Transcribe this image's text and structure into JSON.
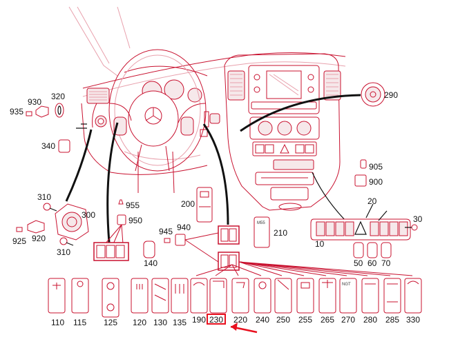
{
  "labels": {
    "p930": "930",
    "p320": "320",
    "p935": "935",
    "p340": "340",
    "p290": "290",
    "p310a": "310",
    "p300": "300",
    "p925": "925",
    "p920": "920",
    "p310b": "310",
    "p955": "955",
    "p950": "950",
    "p200": "200",
    "p945": "945",
    "p940": "940",
    "p210": "210",
    "p905": "905",
    "p900": "900",
    "p20": "20",
    "p30": "30",
    "p10": "10",
    "p140": "140",
    "p50": "50",
    "p60": "60",
    "p70": "70",
    "p110": "110",
    "p115": "115",
    "p125": "125",
    "p120": "120",
    "p130": "130",
    "p135": "135",
    "p190": "190",
    "p230": "230",
    "p220": "220",
    "p240": "240",
    "p250": "250",
    "p255": "255",
    "p265": "265",
    "p270": "270",
    "p280": "280",
    "p285": "285",
    "p330": "330"
  },
  "switch_texts": {
    "mss": "M55",
    "ngt": "NGT"
  },
  "highlight": {
    "target_part": "230",
    "color": "#e8101e"
  },
  "icons": {
    "steering_logo": "mercedes-star-icon",
    "hazard": "hazard-triangle-icon",
    "pointer": "red-arrow-icon"
  }
}
